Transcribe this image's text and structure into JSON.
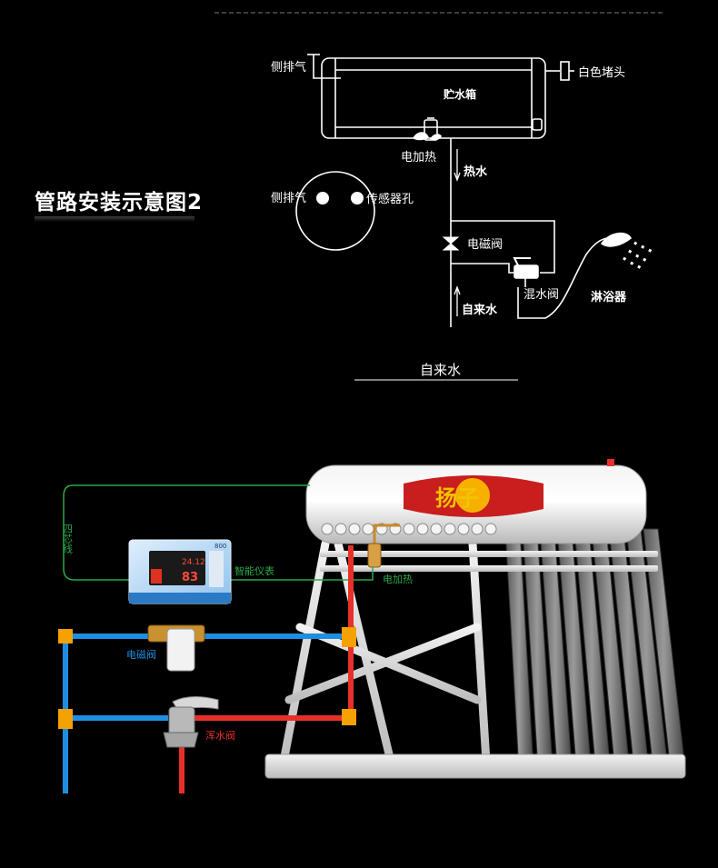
{
  "heading": "管路安装示意图2",
  "schematic": {
    "vent_left": "侧排气",
    "white_plug": "白色堵头",
    "tank": "贮水箱",
    "heater": "电加热",
    "hot_water": "热水",
    "port_vent": "侧排气",
    "port_sensor": "传感器孔",
    "solenoid": "电磁阀",
    "tap_water": "自来水",
    "mixing_valve": "混水阀",
    "shower": "淋浴器",
    "tap_water_caption": "自来水"
  },
  "photo": {
    "four_wire": "四芯线",
    "smart_meter": "智能仪表",
    "heater": "电加热",
    "solenoid": "电磁阀",
    "mixing_valve": "浑水阀",
    "brand": "扬子",
    "meter_readouts": [
      "24.12",
      "83"
    ],
    "meter_model": "800"
  },
  "colors": {
    "hot_pipe": "#e8302a",
    "cold_pipe": "#1e8fe0",
    "fitting": "#f5a100",
    "wire": "#2aa84a",
    "line": "#ffffff"
  }
}
